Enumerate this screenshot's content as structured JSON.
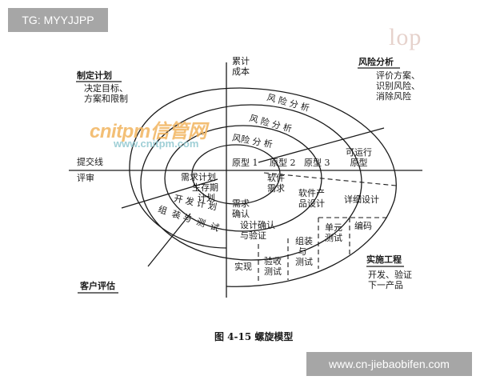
{
  "badges": {
    "top_left": "TG: MYYJJPP",
    "bottom_right": "www.cn-jiebaobifen.com"
  },
  "faint_logo": "lop",
  "watermark": {
    "brand": "cnitpm信管网",
    "url": "www.cnitpm.com"
  },
  "axes": {
    "vertical_label": "累计\n成本",
    "horizontal_label_top": "提交线",
    "horizontal_label_bottom": "评审"
  },
  "quadrants": {
    "planning": {
      "title": "制定计划",
      "desc": "决定目标、\n方案和限制"
    },
    "risk_analysis": {
      "title": "风险分析",
      "desc": "评价方案、\n识别风险、\n消除风险"
    },
    "customer_evaluation": {
      "title": "客户评估"
    },
    "engineering": {
      "title": "实施工程",
      "desc": "开发、验证\n下一产品"
    }
  },
  "spiral_labels": {
    "risk_outer": "风 险 分 析",
    "risk_middle": "风 险 分 析",
    "risk_inner": "风险 分 析",
    "prototype1": "原型 1",
    "prototype2": "原型 2",
    "prototype3": "原型 3",
    "operational_prototype": "可运行\n原型",
    "requirements_plan": "需求计划",
    "lifecycle_plan": "生存期\n  计划",
    "development_plan": "开 发 计 划",
    "integration_test_plan": "组  装 与  测  试",
    "software_requirements": "软件\n需求",
    "requirements_validation": "需求\n确认",
    "product_design": "软件产\n品设计",
    "design_validation": "设计确认\n与验证",
    "detailed_design": "详细设计",
    "coding": "编码",
    "unit_test": "单元\n测试",
    "integration_test": "组装\n 与\n测试",
    "acceptance_test": "验收\n测试",
    "implementation": "实现"
  },
  "caption": "图 4-15    螺旋模型",
  "colors": {
    "badge_bg": "#a6a6a6",
    "badge_text": "#ffffff",
    "line": "#1a1a1a",
    "watermark_orange": "#f2b55f",
    "watermark_teal": "#8fc7cf"
  }
}
